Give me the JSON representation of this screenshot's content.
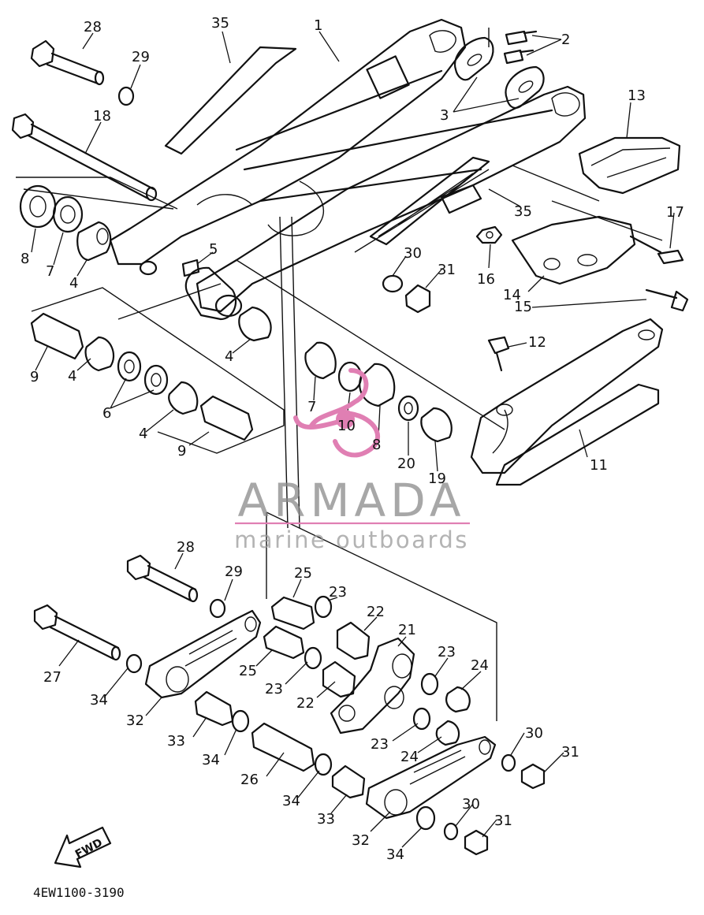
{
  "diagram": {
    "code": "4EW1100-3190",
    "fwd_label": "FWD",
    "watermark": {
      "brand": "ARMADA",
      "tagline": "marine outboards",
      "logo_color": "#e07fb3"
    },
    "callouts": {
      "c1": "1",
      "c2": "2",
      "c3": "3",
      "c4a": "4",
      "c4b": "4",
      "c4c": "4",
      "c4d": "4",
      "c5": "5",
      "c6": "6",
      "c7a": "7",
      "c7b": "7",
      "c8a": "8",
      "c8b": "8",
      "c9a": "9",
      "c9b": "9",
      "c10": "10",
      "c11": "11",
      "c12": "12",
      "c13": "13",
      "c14": "14",
      "c15": "15",
      "c16": "16",
      "c17": "17",
      "c18": "18",
      "c19": "19",
      "c20": "20",
      "c21": "21",
      "c22a": "22",
      "c22b": "22",
      "c23a": "23",
      "c23b": "23",
      "c23c": "23",
      "c23d": "23",
      "c24a": "24",
      "c24b": "24",
      "c25a": "25",
      "c25b": "25",
      "c26": "26",
      "c27": "27",
      "c28a": "28",
      "c28b": "28",
      "c29a": "29",
      "c29b": "29",
      "c30a": "30",
      "c30b": "30",
      "c30c": "30",
      "c31a": "31",
      "c31b": "31",
      "c31c": "31",
      "c32a": "32",
      "c32b": "32",
      "c33a": "33",
      "c33b": "33",
      "c34a": "34",
      "c34b": "34",
      "c34c": "34",
      "c34d": "34",
      "c35a": "35",
      "c35b": "35"
    }
  }
}
